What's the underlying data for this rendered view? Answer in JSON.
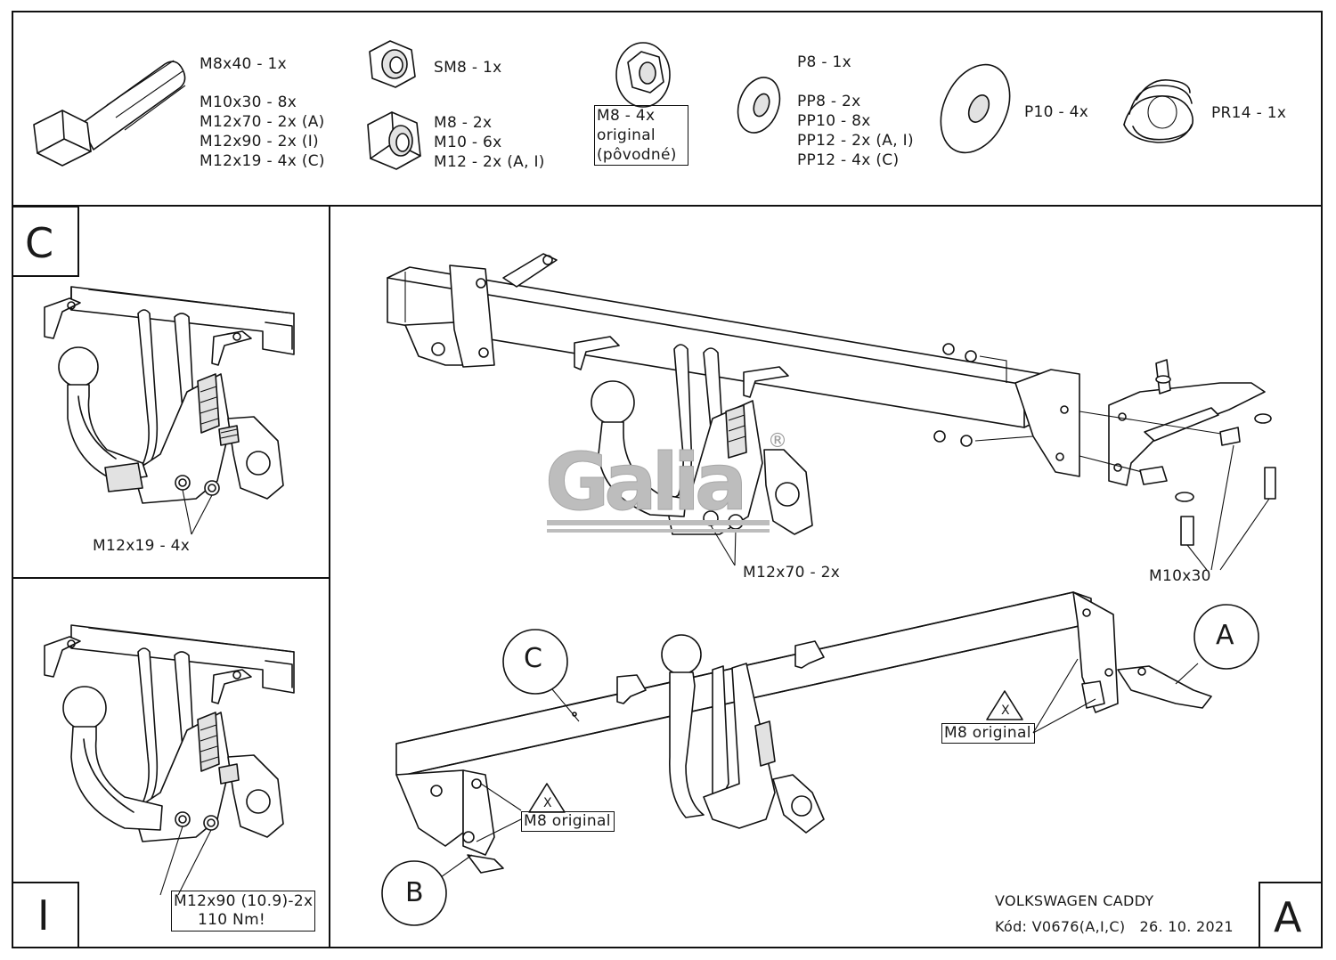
{
  "parts": {
    "bolt": [
      "M8x40 - 1x",
      "M10x30 - 8x",
      "M12x70 - 2x (A)",
      "M12x90 - 2x (I)",
      "M12x19 - 4x (C)"
    ],
    "self_lock_nut": "SM8 - 1x",
    "nuts": [
      "M8 - 2x",
      "M10 - 6x",
      "M12 - 2x (A, I)"
    ],
    "flange_nut": [
      "M8 - 4x",
      "original",
      "(pôvodné)"
    ],
    "small_washers": [
      "P8 - 1x",
      "PP8 - 2x",
      "PP10 - 8x",
      "PP12 - 2x (A, I)",
      "PP12 - 4x (C)"
    ],
    "large_washer": "P10 - 4x",
    "spring_washer": "PR14 - 1x"
  },
  "panel_c": {
    "letter": "C",
    "bolt_label": "M12x19 - 4x"
  },
  "panel_i": {
    "letter": "I",
    "bolt_label": [
      "M12x90 (10.9)-2x",
      "110 Nm!"
    ]
  },
  "main": {
    "bolt_label_center": "M12x70 - 2x",
    "bolt_label_right": "M10x30",
    "callout_c": "C",
    "callout_a": "A",
    "callout_b": "B",
    "warning_symbol": "X",
    "original_label": "M8 original",
    "logo": "Galia",
    "registered": "®",
    "title": "VOLKSWAGEN CADDY",
    "code": "Kód: V0676(A,I,C)   26. 10. 2021",
    "letter": "A"
  }
}
